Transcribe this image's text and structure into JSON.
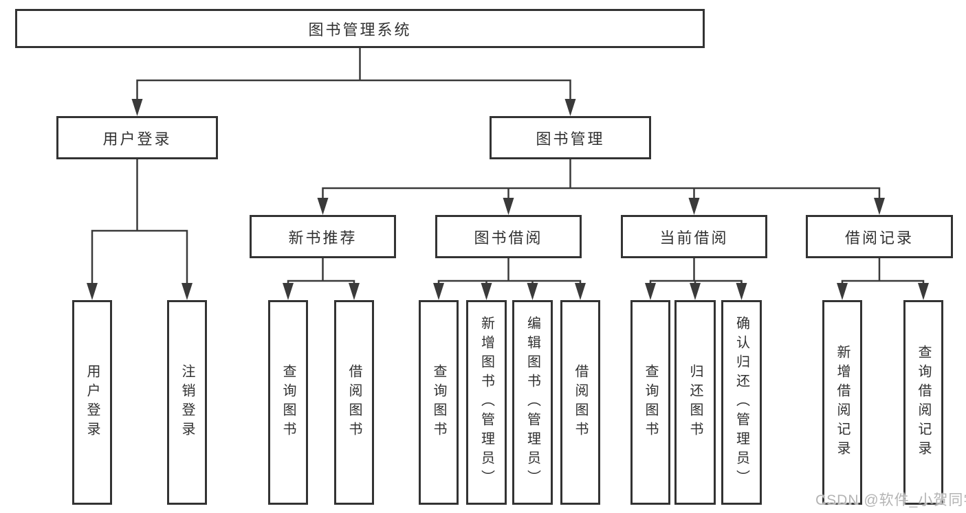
{
  "colors": {
    "bg": "#ffffff",
    "fill": "#ffffff",
    "border": "#333333",
    "line": "#3a3a3a",
    "text": "#313131",
    "watermark": "#b4b4b4"
  },
  "watermark": {
    "text": "CSDN @软件_小贺同学"
  },
  "tree": {
    "label": "图书管理系统",
    "children": [
      {
        "label": "用户登录",
        "children": [
          {
            "label": "用户登录"
          },
          {
            "label": "注销登录"
          }
        ]
      },
      {
        "label": "图书管理",
        "children": [
          {
            "label": "新书推荐",
            "children": [
              {
                "label": "查询图书"
              },
              {
                "label": "借阅图书"
              }
            ]
          },
          {
            "label": "图书借阅",
            "children": [
              {
                "label": "查询图书"
              },
              {
                "label": "新增图书（管理员）"
              },
              {
                "label": "编辑图书（管理员）"
              },
              {
                "label": "借阅图书"
              }
            ]
          },
          {
            "label": "当前借阅",
            "children": [
              {
                "label": "查询图书"
              },
              {
                "label": "归还图书"
              },
              {
                "label": "确认归还（管理员）"
              }
            ]
          },
          {
            "label": "借阅记录",
            "children": [
              {
                "label": "新增借阅记录"
              },
              {
                "label": "查询借阅记录"
              }
            ]
          }
        ]
      }
    ]
  }
}
